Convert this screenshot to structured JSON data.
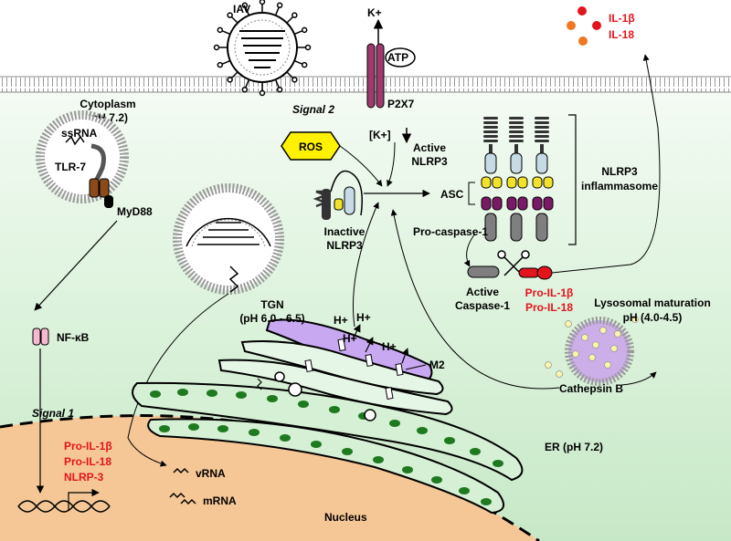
{
  "virus": {
    "label": "IAV"
  },
  "cytoplasm": {
    "line1": "Cytoplasm",
    "line2": "(pH 7.2)"
  },
  "endosome": {
    "ssrna": "ssRNA",
    "tlr7": "TLR-7",
    "myd88": "MyD88"
  },
  "nfkb": {
    "label": "NF-κB"
  },
  "signal1": "Signal 1",
  "signal2": "Signal 2",
  "nucleus": {
    "label": "Nucleus",
    "genes": [
      "Pro-IL-1β",
      "Pro-IL-18",
      "NLRP-3"
    ],
    "vrna": "vRNA",
    "mrna": "mRNA"
  },
  "p2x7": {
    "k_out": "K+",
    "atp": "ATP",
    "receptor": "P2X7",
    "k_in": "[K+]"
  },
  "ros": "ROS",
  "inactive_nlrp3": {
    "line1": "Inactive",
    "line2": "NLRP3"
  },
  "inflammasome": {
    "active_line1": "Active",
    "active_line2": "NLRP3",
    "asc": "ASC",
    "procaspase": "Pro-caspase-1",
    "title_line1": "NLRP3",
    "title_line2": "inflammasome"
  },
  "active_caspase": {
    "line1": "Active",
    "line2": "Caspase-1"
  },
  "pro_cytokines": [
    "Pro-IL-1β",
    "Pro-IL-18"
  ],
  "secreted": [
    "IL-1β",
    "IL-18"
  ],
  "tgn": {
    "line1": "TGN",
    "line2": "(pH 6.0 - 6.5)",
    "protons": [
      "H+",
      "H+",
      "H+",
      "H+"
    ],
    "m2": "M2"
  },
  "lysosome": {
    "line1": "Lysosomal maturation",
    "line2": "pH (4.0-4.5)",
    "cathepsin": "Cathepsin B"
  },
  "er": {
    "label": "ER (pH 7.2)"
  },
  "colors": {
    "cytoplasm": "#dcf2dc",
    "nucleus": "#f6c796",
    "tgn": "#c9a8f2",
    "er_dots": "#1f7a1f",
    "nlrp3_dark": "#333333",
    "nlrp3_light": "#c6dbe6",
    "asc": "#f3e22a",
    "asc_purple": "#7a1a66",
    "procaspase": "#7f7f7f",
    "ros": "#fff200",
    "pro_il": "#e3141c",
    "p2x7": "#9e3a6e",
    "myd88_brown": "#8c4a1a",
    "nfkb_pink": "#f5b8cf",
    "cytokine_red": "#e3141c",
    "cytokine_orange": "#f07820",
    "lysosome": "#ccaee8",
    "cathepsin": "#faf5a8"
  }
}
